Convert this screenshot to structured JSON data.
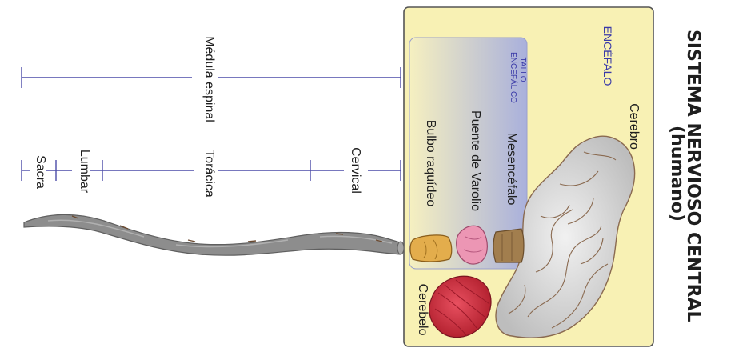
{
  "title": {
    "line1": "SISTEMA NERVIOSO CENTRAL",
    "line2": "(humano)"
  },
  "encefalo": {
    "label": "ENCÉFALO",
    "cerebro": "Cerebro",
    "cerebelo": "Cerebelo",
    "tallo": {
      "label_line1": "TALLO",
      "label_line2": "ENCEFÁLICO",
      "parts": [
        "Mesencéfalo",
        "Puente de Varolio",
        "Bulbo raquídeo"
      ]
    }
  },
  "medula": {
    "label": "Médula espinal",
    "regions": [
      "Cervical",
      "Torácica",
      "Lumbar",
      "Sacra"
    ]
  },
  "colors": {
    "box_fill": "#f8f1b4",
    "box_border": "#555555",
    "line": "#4b4ba8",
    "brain_fill": "#dcdcdc",
    "cerebellum": "#d32c3c",
    "spinal_cord": "#8d8d8d"
  }
}
